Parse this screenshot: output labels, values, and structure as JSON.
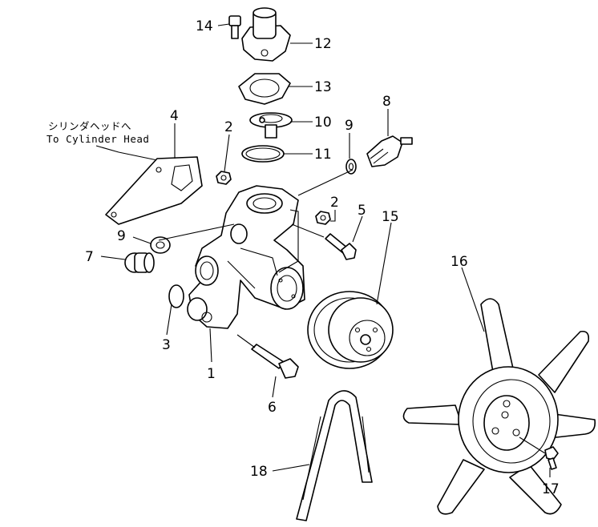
{
  "diagram": {
    "note_jp": "シリンダヘッドへ",
    "note_en": "To Cylinder Head",
    "callouts": {
      "c1": "1",
      "c2a": "2",
      "c2b": "2",
      "c3": "3",
      "c4": "4",
      "c5": "5",
      "c6": "6",
      "c7": "7",
      "c8": "8",
      "c9a": "9",
      "c9b": "9",
      "c10": "10",
      "c11": "11",
      "c12": "12",
      "c13": "13",
      "c14": "14",
      "c15": "15",
      "c16": "16",
      "c17": "17",
      "c18": "18"
    }
  }
}
